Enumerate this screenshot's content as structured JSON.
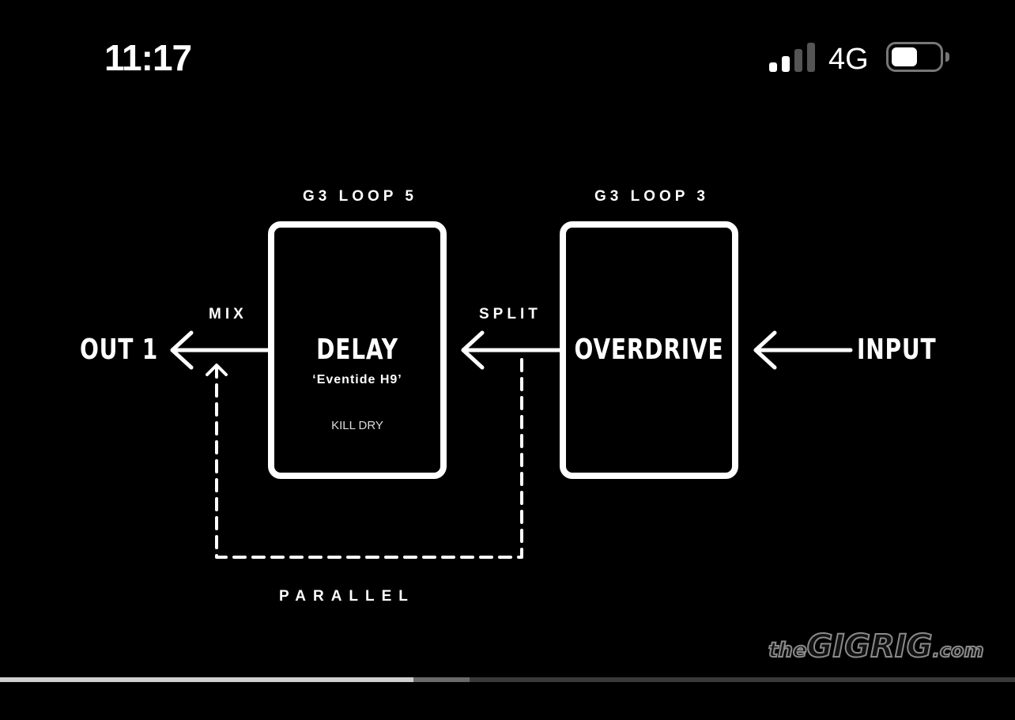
{
  "status_bar": {
    "time": "11:17",
    "network": "4G",
    "signal_bars": 2,
    "signal_max": 4,
    "battery_percent": 45
  },
  "diagram": {
    "loop_left_label": "G3 LOOP 5",
    "loop_right_label": "G3 LOOP 3",
    "mix_label": "MIX",
    "split_label": "SPLIT",
    "out_label": "OUT 1",
    "input_label": "INPUT",
    "delay_title": "DELAY",
    "delay_subtitle": "‘Eventide H9’",
    "delay_note": "KILL DRY",
    "overdrive_title": "OVERDRIVE",
    "parallel_label": "PARALLEL"
  },
  "watermark": {
    "prefix": "the",
    "main": "GIGRIG",
    "suffix": ".com"
  },
  "video": {
    "played_percent": 40.7,
    "buffered_percent": 46.3
  },
  "colors": {
    "background": "#000000",
    "foreground": "#ffffff",
    "logo": "#8a8a8a"
  }
}
